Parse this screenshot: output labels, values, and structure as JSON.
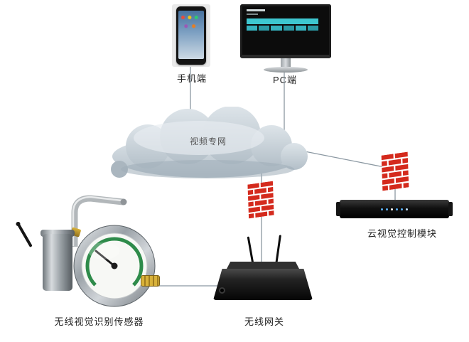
{
  "diagram": {
    "nodes": {
      "mobile": {
        "label": "手机端",
        "icon": "smartphone-icon"
      },
      "pc": {
        "label": "PC端",
        "icon": "monitor-icon"
      },
      "cloud": {
        "label": "视频专网",
        "icon": "cloud-icon"
      },
      "server": {
        "label": "云视觉控制模块",
        "icon": "rack-server-icon"
      },
      "gateway": {
        "label": "无线网关",
        "icon": "wireless-router-icon"
      },
      "sensor": {
        "label": "无线视觉识别传感器",
        "icon": "pressure-gauge-icon"
      },
      "firewall": {
        "icon": "firewall-icon",
        "count": 2
      }
    },
    "edges": [
      [
        "mobile",
        "cloud"
      ],
      [
        "pc",
        "cloud"
      ],
      [
        "cloud",
        "gateway"
      ],
      [
        "cloud",
        "server"
      ],
      [
        "sensor",
        "gateway"
      ]
    ],
    "colors": {
      "firewall_brick": "#d42a1d",
      "cloud_fill": "#c4cfd7",
      "connector": "#8b98a2",
      "gauge_arc": "#2e8b4a"
    }
  }
}
